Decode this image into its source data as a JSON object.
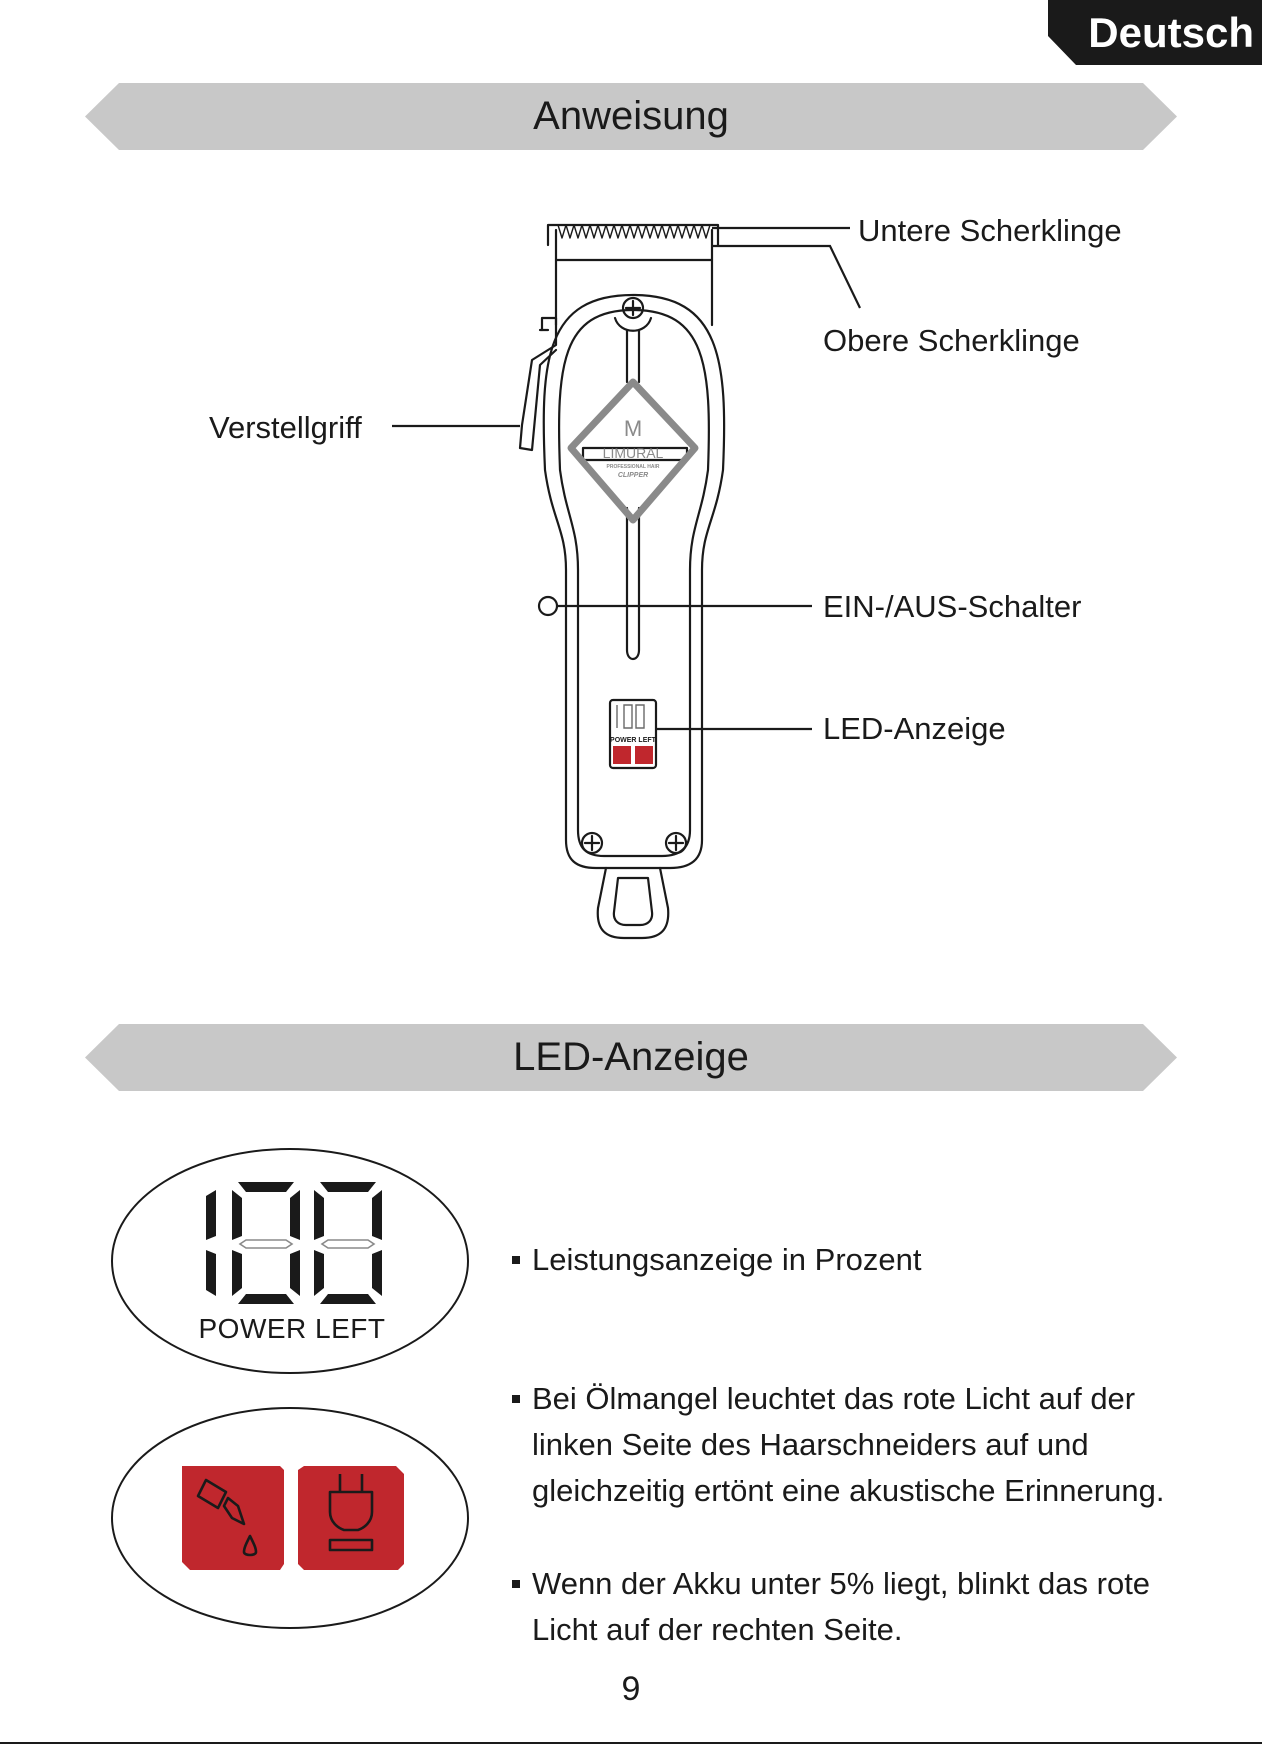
{
  "language_tab": "Deutsch",
  "sections": {
    "instructions_title": "Anweisung",
    "led_title": "LED-Anzeige"
  },
  "callouts": {
    "lower_blade": "Untere Scherklinge",
    "upper_blade": "Obere Scherklinge",
    "adjust_lever": "Verstellgriff",
    "power_switch": "EIN-/AUS-Schalter",
    "led_display": "LED-Anzeige"
  },
  "clipper_logo": {
    "brand": "LIMURAL",
    "tagline": "PROFESSIONAL HAIR",
    "product": "CLIPPER",
    "display_label": "POWER LEFT"
  },
  "led_panel": {
    "digits": "100",
    "label": "POWER LEFT",
    "indicator_color": "#c0272d",
    "left_indicator_icon": "oil-drop-icon",
    "right_indicator_icon": "plug-icon"
  },
  "descriptions": {
    "power_percent": "Leistungsanzeige in Prozent",
    "oil_warning": "Bei Ölmangel leuchtet das rote Licht auf der linken Seite des Haarschneiders auf und gleichzeitig ertönt eine akustische Erinnerung.",
    "battery_warning": "Wenn der Akku unter 5% liegt, blinkt das rote Licht auf der rechten Seite."
  },
  "page_number": "9"
}
